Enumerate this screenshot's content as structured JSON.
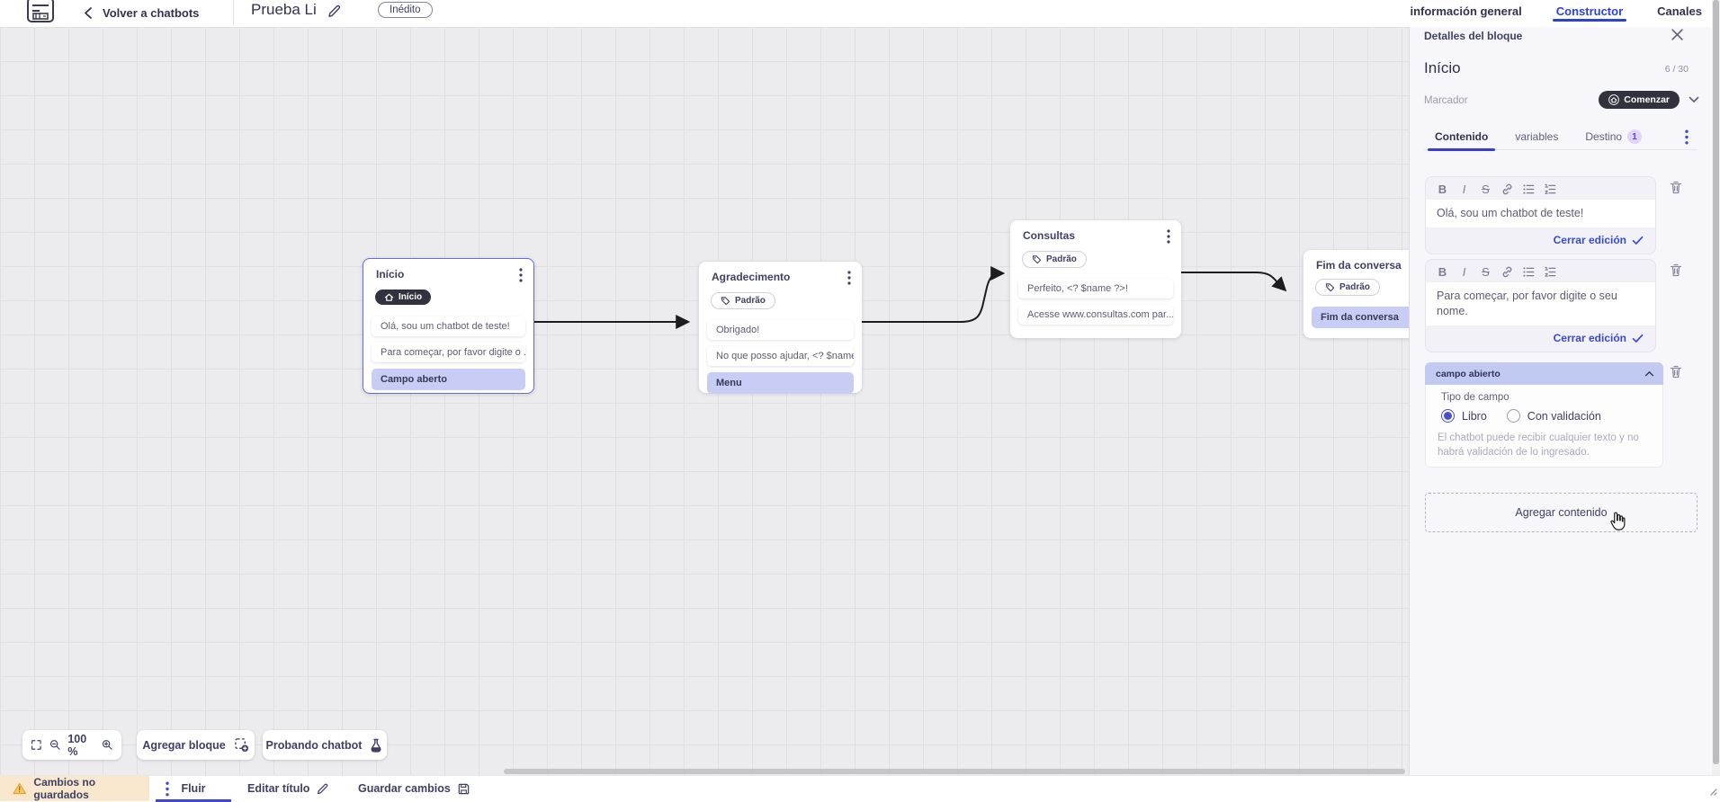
{
  "topbar": {
    "back_label": "Volver a chatbots",
    "title": "Prueba Li",
    "status_badge": "Inédito",
    "tabs": [
      {
        "label": "información general",
        "active": false
      },
      {
        "label": "Constructor",
        "active": true
      },
      {
        "label": "Canales",
        "active": false
      }
    ]
  },
  "panel": {
    "header": "Detalles del bloque",
    "block_name": "Início",
    "name_counter": "6 / 30",
    "marker_label": "Marcador",
    "marker_value": "Comenzar",
    "tabs": [
      {
        "label": "Contenido",
        "active": true
      },
      {
        "label": "variables",
        "active": false
      },
      {
        "label": "Destino",
        "badge": "1",
        "active": false
      }
    ],
    "toolbar": {
      "bold": "B",
      "italic": "I",
      "strike": "S"
    },
    "editors": [
      {
        "text": "Olá, sou um chatbot de teste!",
        "close_label": "Cerrar edición"
      },
      {
        "text": "Para começar, por favor digite o seu nome.",
        "close_label": "Cerrar edición"
      }
    ],
    "open_field": {
      "header": "campo abierto",
      "type_label": "Tipo de campo",
      "options": [
        {
          "label": "Libro",
          "selected": true
        },
        {
          "label": "Con validación",
          "selected": false
        }
      ],
      "helper": "El chatbot puede recibir cualquier texto y no habrá validación de lo ingresado."
    },
    "add_content_label": "Agregar contenido"
  },
  "canvas": {
    "blocks": [
      {
        "title": "Início",
        "badge": "Início",
        "items": [
          "Olá, sou um chatbot de teste!",
          "Para começar, por favor digite o ...",
          "Campo aberto"
        ]
      },
      {
        "title": "Agradecimento",
        "badge": "Padrão",
        "items": [
          "Obrigado!",
          "No que posso ajudar, <? $name ...",
          "Menu"
        ]
      },
      {
        "title": "Consultas",
        "badge": "Padrão",
        "items": [
          "Perfeito, <? $name ?>!",
          "Acesse www.consultas.com par..."
        ]
      },
      {
        "title": "Fim da conversa",
        "badge": "Padrão",
        "items": [
          "Fim da conversa"
        ]
      }
    ],
    "controls": {
      "zoom_level": "100 %",
      "add_block_label": "Agregar bloque",
      "test_label": "Probando chatbot"
    }
  },
  "bottombar": {
    "unsaved_label": "Cambios no guardados",
    "flow_tab_label": "Fluir",
    "edit_title_label": "Editar título",
    "save_label": "Guardar cambios"
  },
  "colors": {
    "accent_blue": "#2b41d8",
    "highlight_purple": "#c7cdf4",
    "dark_pill": "#32323e",
    "warning_bg": "#f9e8cd",
    "selected_border": "#666bd6"
  }
}
